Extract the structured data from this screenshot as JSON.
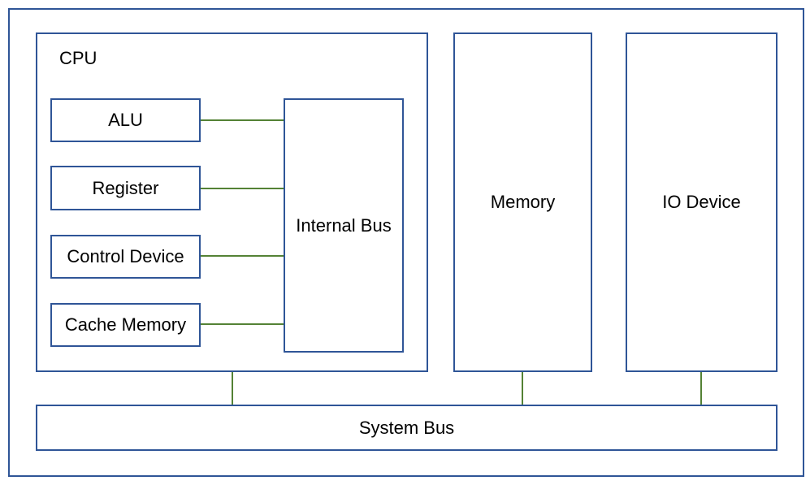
{
  "diagram": {
    "cpu": {
      "label": "CPU",
      "components": [
        {
          "label": "ALU"
        },
        {
          "label": "Register"
        },
        {
          "label": "Control Device"
        },
        {
          "label": "Cache Memory"
        }
      ],
      "internal_bus": {
        "label": "Internal Bus"
      }
    },
    "memory": {
      "label": "Memory"
    },
    "io_device": {
      "label": "IO Device"
    },
    "system_bus": {
      "label": "System Bus"
    }
  },
  "colors": {
    "box_border": "#2f5597",
    "connector": "#548235"
  }
}
